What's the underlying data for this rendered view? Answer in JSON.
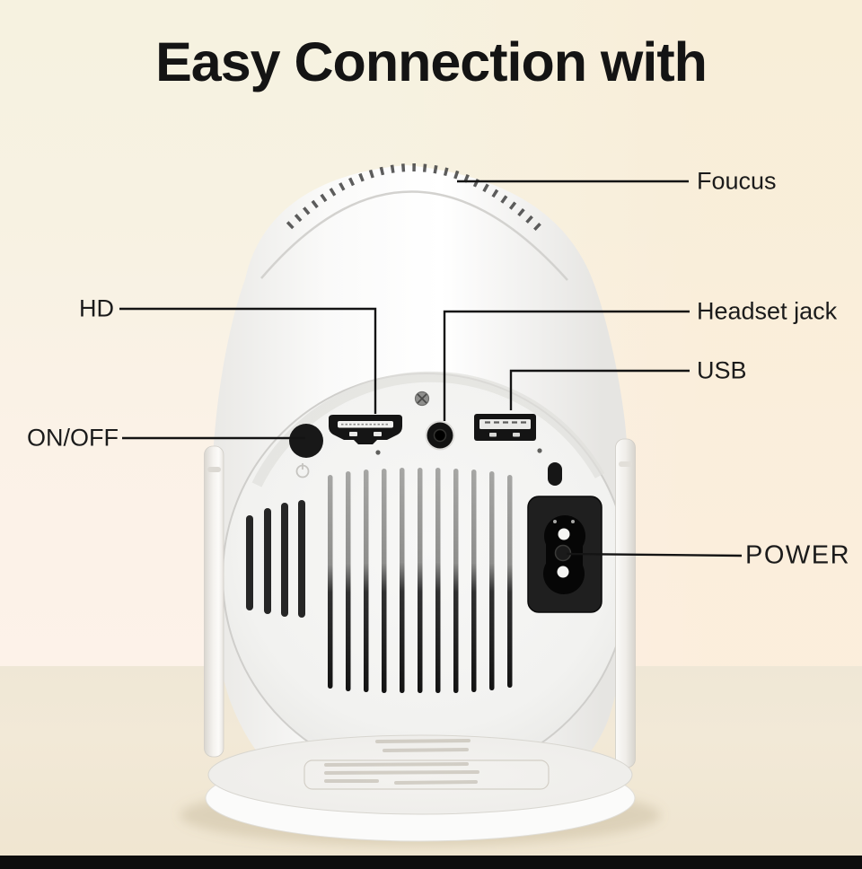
{
  "title": "Easy Connection with",
  "callouts": [
    {
      "id": "focus",
      "label": "Foucus"
    },
    {
      "id": "hd",
      "label": "HD"
    },
    {
      "id": "headset-jack",
      "label": "Headset jack"
    },
    {
      "id": "usb",
      "label": "USB"
    },
    {
      "id": "on-off",
      "label": "ON/OFF"
    },
    {
      "id": "power",
      "label": "POWER"
    }
  ],
  "colors": {
    "background_top": "#f6f2e0",
    "background_middle": "#fdf2e9",
    "table": "#efe7d6",
    "footer_bar": "#0d0d0d",
    "callout_line": "#141414",
    "label_text": "#1b1b1b",
    "device_body": "#fafaf8",
    "port_black": "#181818"
  }
}
